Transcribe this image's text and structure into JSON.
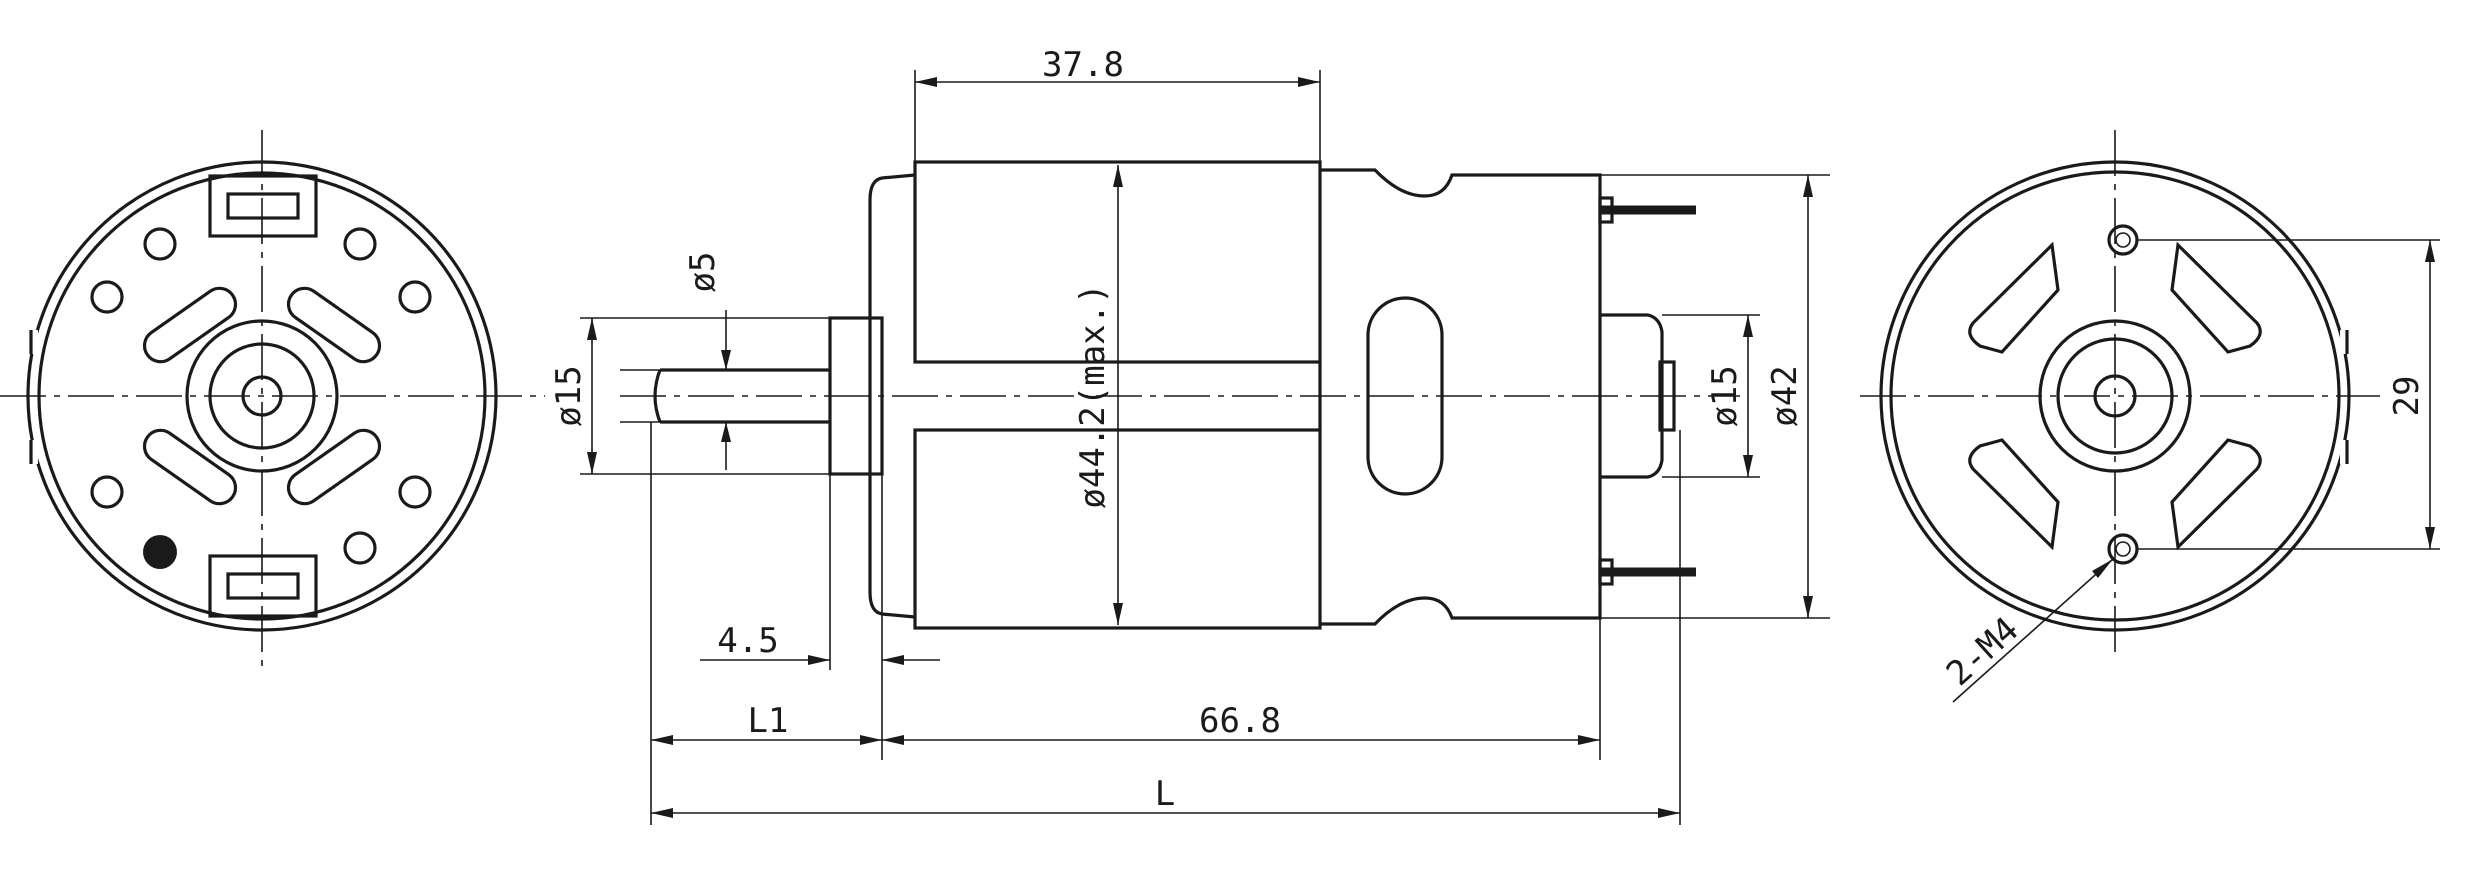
{
  "dimensions": {
    "body_length": "37.8",
    "shaft_diameter": "ø5",
    "boss_diameter_front": "ø15",
    "body_diameter": "ø44.2(max.)",
    "boss_diameter_rear": "ø15",
    "can_diameter": "ø42",
    "boss_length": "4.5",
    "shaft_length": "L1",
    "motor_length": "66.8",
    "overall_length": "L",
    "hole_spacing": "29",
    "mount_thread": "2-M4"
  }
}
